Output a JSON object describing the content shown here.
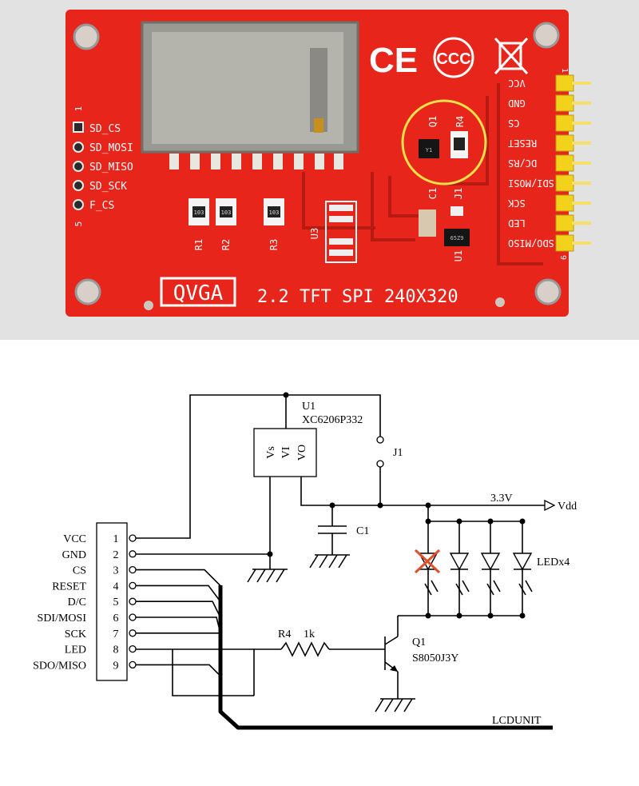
{
  "colors": {
    "pcb": "#e8251a",
    "pcb_dark": "#b71a10",
    "header_gold": "#f2d21a",
    "highlight_ring": "#f0e04a",
    "cross_mark": "#e0502a",
    "photo_background": "#e2e2e2"
  },
  "board": {
    "sd_pins": [
      "SD_CS",
      "SD_MOSI",
      "SD_MISO",
      "SD_SCK",
      "F_CS"
    ],
    "sd_pin_first": "1",
    "sd_pin_last": "5",
    "header_pins": [
      "VCC",
      "GND",
      "CS",
      "RESET",
      "DC/RS",
      "SDI/MOSI",
      "SCK",
      "LED",
      "SDO/MISO"
    ],
    "header_pin_first": "1",
    "header_pin_last": "9",
    "components": [
      "R1",
      "R2",
      "R3",
      "U3",
      "Q1",
      "R4",
      "C1",
      "J1",
      "U1"
    ],
    "resistor_code": "103",
    "q1_code": "Y1",
    "u1_code": "65Z9",
    "model_badge": "QVGA",
    "model_text": "2.2 TFT SPI 240X320",
    "cert_marks": [
      "CE",
      "CCC",
      "WEEE-bin-icon"
    ]
  },
  "schematic": {
    "connector_pins": [
      {
        "num": "1",
        "name": "VCC"
      },
      {
        "num": "2",
        "name": "GND"
      },
      {
        "num": "3",
        "name": "CS"
      },
      {
        "num": "4",
        "name": "RESET"
      },
      {
        "num": "5",
        "name": "D/C"
      },
      {
        "num": "6",
        "name": "SDI/MOSI"
      },
      {
        "num": "7",
        "name": "SCK"
      },
      {
        "num": "8",
        "name": "LED"
      },
      {
        "num": "9",
        "name": "SDO/MISO"
      }
    ],
    "regulator_ref": "U1",
    "regulator_part": "XC6206P332",
    "regulator_pins": [
      "Vs",
      "VI",
      "VO"
    ],
    "jumper_ref": "J1",
    "capacitor_ref": "C1",
    "rail_voltage": "3.3V",
    "rail_name": "Vdd",
    "led_label": "LEDx4",
    "resistor_ref": "R4",
    "resistor_value": "1k",
    "transistor_ref": "Q1",
    "transistor_part": "S8050J3Y",
    "bus_label": "LCDUNIT"
  }
}
